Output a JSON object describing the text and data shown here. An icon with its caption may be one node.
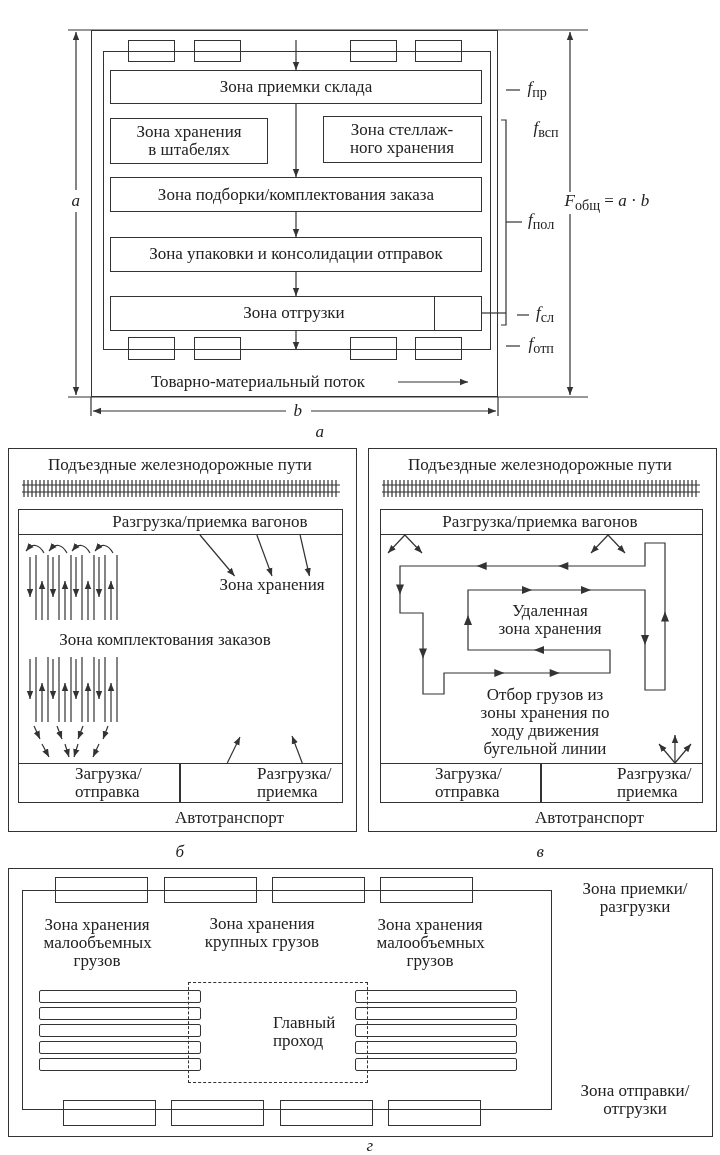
{
  "diagram": {
    "nodes": [
      {
        "text": [
          "Товарно-материальный поток"
        ]
      },
      {
        "text": [],
        "shape": "box",
        "in": 0
      },
      {
        "text": [
          "Зона приемки склада"
        ],
        "in": 1
      },
      {
        "text": [
          "Зона хранения в штабелях"
        ],
        "in": 1
      },
      {
        "text": [
          "Зона стеллаж- ного хранения"
        ],
        "in": 1
      },
      {
        "text": [
          "Зона подборки/комплектования заказа"
        ],
        "in": 1
      },
      {
        "text": [
          "Зона упаковки и консолидации отправок"
        ],
        "in": 1
      },
      {
        "text": [
          "Зона отгрузки"
        ],
        "in": 1
      },
      {
        "text": [],
        "shape": "box",
        "in": 7
      },
      {
        "text": [
          "Подъездные железнодорожные пути",
          "Автотранспорт"
        ]
      },
      {
        "text": [
          "Зона комплектования заказов"
        ],
        "in": 9
      },
      {
        "text": [
          "Разгрузка/приемка вагонов"
        ],
        "in": 10
      },
      {
        "text": [
          "Зона хранения"
        ],
        "in": 10
      },
      {
        "text": [
          "Загрузка/ отправка"
        ],
        "in": 10
      },
      {
        "text": [
          "Разгрузка/ приемка"
        ],
        "in": 10
      },
      {
        "text": [
          "Подъездные железнодорожные пути",
          "Автотранспорт"
        ]
      },
      {
        "text": [
          "Удаленная зона хранения",
          "Отбор грузов из зоны хранения по ходу движения бугельной линии"
        ],
        "in": 15
      },
      {
        "text": [
          "Разгрузка/приемка вагонов"
        ],
        "in": 16
      },
      {
        "text": [
          "Загрузка/ отправка"
        ],
        "in": 16
      },
      {
        "text": [
          "Разгрузка/ приемка"
        ],
        "in": 16
      },
      {
        "text": [
          "Зона приемки/ разгрузки",
          "Зона отправки/ отгрузки"
        ]
      },
      {
        "text": [
          "Зона хранения малообъемных грузов",
          "Зона хранения крупных грузов",
          "Зона хранения малообъемных грузов"
        ],
        "in": 20
      },
      {
        "text": [
          "Главный проход"
        ],
        "in": 21
      },
      {
        "text": [],
        "shape": "box",
        "in": 0
      },
      {
        "text": [],
        "shape": "box",
        "in": 0
      },
      {
        "text": [],
        "shape": "box",
        "in": 0
      },
      {
        "text": [],
        "shape": "box",
        "in": 0
      },
      {
        "text": [],
        "shape": "box",
        "in": 0
      },
      {
        "text": [],
        "shape": "box",
        "in": 0
      },
      {
        "text": [],
        "shape": "box",
        "in": 0
      },
      {
        "text": [],
        "shape": "box",
        "in": 0
      },
      {
        "text": [],
        "shape": "box",
        "in": 20
      },
      {
        "text": [],
        "shape": "box",
        "in": 20
      },
      {
        "text": [],
        "shape": "box",
        "in": 20
      },
      {
        "text": [],
        "shape": "box",
        "in": 20
      },
      {
        "text": [],
        "shape": "box",
        "in": 20
      },
      {
        "text": [],
        "shape": "box",
        "in": 20
      },
      {
        "text": [],
        "shape": "box",
        "in": 20
      },
      {
        "text": [],
        "shape": "box",
        "in": 20
      },
      {
        "text": [],
        "shape": "bar",
        "in": 21
      },
      {
        "text": [],
        "shape": "bar",
        "in": 21
      },
      {
        "text": [],
        "shape": "bar",
        "in": 21
      },
      {
        "text": [],
        "shape": "bar",
        "in": 21
      },
      {
        "text": [],
        "shape": "bar",
        "in": 21
      },
      {
        "text": [],
        "shape": "bar",
        "in": 21
      },
      {
        "text": [],
        "shape": "bar",
        "in": 21
      },
      {
        "text": [],
        "shape": "bar",
        "in": 21
      },
      {
        "text": [],
        "shape": "bar",
        "in": 21
      },
      {
        "text": [],
        "shape": "bar",
        "in": 21
      }
    ],
    "edges": [
      {
        "from": null,
        "to": 2,
        "arrow": "to"
      },
      {
        "from": 2,
        "to": 5,
        "arrow": "to"
      },
      {
        "from": 5,
        "to": 6,
        "arrow": "to"
      },
      {
        "from": 6,
        "to": 7,
        "arrow": "to"
      },
      {
        "from": 7,
        "to": null,
        "arrow": "to"
      },
      {
        "from": 11,
        "to": 12,
        "arrow": "to"
      },
      {
        "from": 11,
        "to": 12,
        "arrow": "to"
      },
      {
        "from": 11,
        "to": 12,
        "arrow": "to"
      },
      {
        "from": 14,
        "to": null,
        "arrow": "to"
      },
      {
        "from": 14,
        "to": null,
        "arrow": "to"
      },
      {
        "from": 17,
        "to": null,
        "arrow": "to"
      },
      {
        "from": 17,
        "to": null,
        "arrow": "to"
      },
      {
        "from": 17,
        "to": null,
        "arrow": "to"
      },
      {
        "from": 17,
        "to": null,
        "arrow": "to"
      },
      {
        "from": 19,
        "to": null,
        "arrow": "to"
      },
      {
        "from": 19,
        "to": null,
        "arrow": "to"
      },
      {
        "from": 19,
        "to": null,
        "arrow": "to"
      }
    ],
    "labels": [
      "*f*$_{пр}$",
      "*f*$_{всп}$",
      "a",
      "*F*$_{общ}$ = *a* · *b*",
      "*f*$_{пол}$",
      "*f*$_{сл}$",
      "*f*$_{отп}$",
      "b",
      "а",
      "б",
      "в",
      "г"
    ]
  }
}
